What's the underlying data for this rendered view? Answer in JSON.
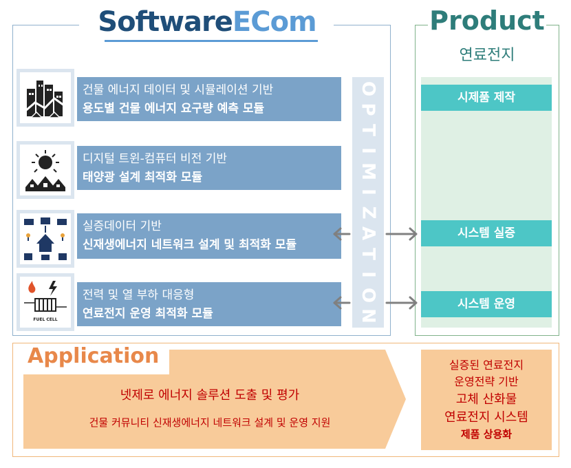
{
  "software": {
    "title_part1": "Software",
    "title_part2": "ECom"
  },
  "product": {
    "title": "Product",
    "subtitle": "연료전지",
    "items": [
      "시제품 제작",
      "시스템 실증",
      "시스템 운영"
    ]
  },
  "modules": [
    {
      "line1": "건물 에너지 데이터 및 시뮬레이션 기반",
      "line2": "용도별 건물 에너지 요구량 예측 모듈",
      "icon": "city-buildings-icon"
    },
    {
      "line1": "디지털 트윈-컴퓨터 비전 기반",
      "line2": "태양광 설계 최적화 모듈",
      "icon": "solar-houses-icon"
    },
    {
      "line1": "실증데이터 기반",
      "line2": "신재생에너지 네트워크 설계 및 최적화 모듈",
      "icon": "energy-network-icon"
    },
    {
      "line1": "전력 및 열 부하 대응형",
      "line2": "연료전지 운영 최적화 모듈",
      "icon": "fuel-cell-icon",
      "icon_label": "FUEL CELL"
    }
  ],
  "optimization": "OPTIMIZATION",
  "application": {
    "title": "Application",
    "line1": "넷제로 에너지 솔루션 도출 및 평가",
    "line2": "건물 커뮤니티 신재생에너지 네트워크 설계 및 운영 지원",
    "box_lines": [
      "실증된 연료전지",
      "운영전략 기반",
      "고체 산화물",
      "연료전지 시스템",
      "제품 상용화"
    ]
  },
  "colors": {
    "software_dark": "#1f4e79",
    "software_light": "#5b9bd5",
    "module_bar": "#7ba3c8",
    "product_teal": "#4dc6c6",
    "product_panel": "#dff0e4",
    "application_orange": "#f8cb9a",
    "application_text": "#c00000"
  }
}
